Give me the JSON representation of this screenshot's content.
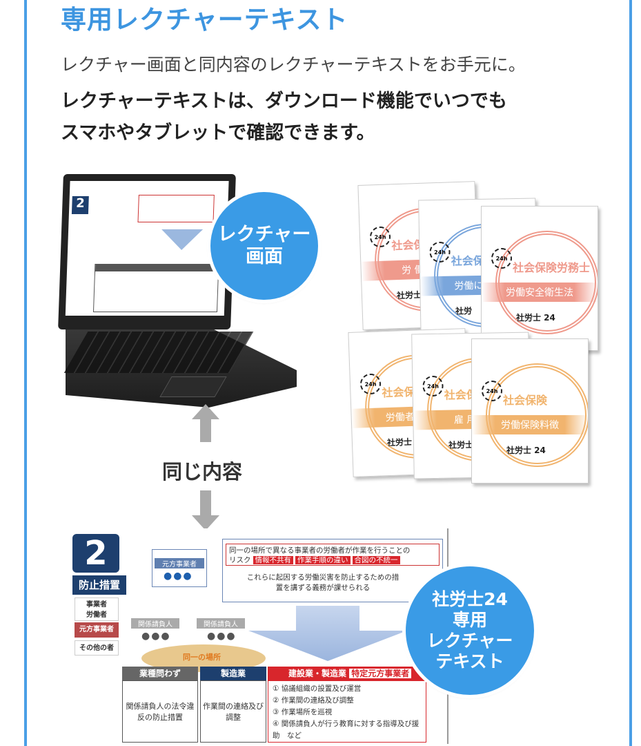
{
  "title": "専用レクチャーテキスト",
  "subtitle": "レクチャー画面と同内容のレクチャーテキストをお手元に。",
  "lead_lines": [
    "レクチャーテキストは、ダウンロード機能でいつでも",
    "スマホやタブレットで確認できます。"
  ],
  "lecture_badge": [
    "レクチャー",
    "画面"
  ],
  "same_label": "同じ内容",
  "text_badge": [
    "社労士24",
    "専用",
    "レクチャー",
    "テキスト"
  ],
  "colors": {
    "accent": "#3a9be6",
    "border": "#4a9fe6",
    "red": "#d8262c",
    "navy": "#1d3f6e"
  },
  "books": [
    {
      "series": "社会保",
      "band": "労 働 基",
      "brand": "社労士",
      "color": "#ef9a8c"
    },
    {
      "series": "社会保",
      "band": "労働に関す",
      "brand": "社労",
      "color": "#7aa6dc"
    },
    {
      "series": "社会保険労務士",
      "band": "労働安全衛生法",
      "brand": "社労士 24",
      "color": "#ef9a8c"
    },
    {
      "series": "社会保",
      "band": "労働者災害",
      "brand": "社労士",
      "color": "#f1b46e"
    },
    {
      "series": "社会保",
      "band": "雇 用 保",
      "brand": "社労士",
      "color": "#f1b46e"
    },
    {
      "series": "社会保険",
      "band": "労働保険料徴",
      "brand": "社労士 24",
      "color": "#f1b46e"
    }
  ],
  "clock_label": "24h",
  "slide": {
    "number": "2",
    "section": "防止措置",
    "legend": [
      "事業者\n労働者",
      "元方事業者",
      "その他の者"
    ],
    "prime": "元方事業者",
    "sub": [
      "関係請負人",
      "関係請負人"
    ],
    "place": "同一の場所",
    "risk_text": "同一の場所で異なる事業者の労働者が作業を行うことの",
    "risk_label": "リスク",
    "risk_tags": [
      "情報不共有",
      "作業手順の違い",
      "合図の不統一"
    ],
    "duty": "これらに起因する労働災害を防止するための措置を講ずる義務が課せられる",
    "cols": [
      {
        "header": "業種問わず",
        "body": "関係請負人の法令違反の防止措置"
      },
      {
        "header": "製造業",
        "body": "作業間の連絡及び調整"
      },
      {
        "header": "建設業・製造業",
        "tag": "特定元方事業者",
        "items": [
          "① 協議組織の設置及び運営",
          "② 作業間の連絡及び調整",
          "③ 作業場所を巡視",
          "④ 関係請負人が行う教育に対する指導及び援助　など"
        ]
      }
    ]
  }
}
